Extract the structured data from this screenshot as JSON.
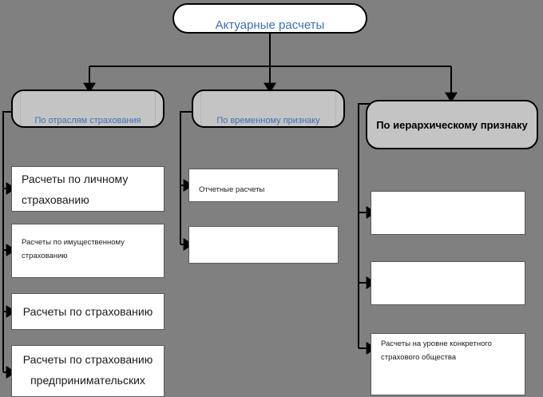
{
  "diagram": {
    "title": "Актуарные расчеты",
    "background_color": "#808080",
    "root_text_color": "#3d6fb4",
    "header_fill": "#c4c4c4",
    "leaf_fill": "#ffffff",
    "line_color": "#000000",
    "root": {
      "label": "Актуарные расчеты"
    },
    "branches": [
      {
        "header": "По отраслям страхования",
        "children": [
          {
            "label": "Расчеты по личному страхованию"
          },
          {
            "label": "Расчеты по имущественному страхованию"
          },
          {
            "label": "Расчеты по страхованию"
          },
          {
            "label": "Расчеты по страхованию предпринимательских рисков"
          }
        ]
      },
      {
        "header": "По временному признаку",
        "children": [
          {
            "label": "Отчетные расчеты"
          },
          {
            "label": ""
          }
        ]
      },
      {
        "header": "По иерархическому признаку",
        "children": [
          {
            "label": ""
          },
          {
            "label": ""
          },
          {
            "label": "Расчеты на уровне конкретного страхового общества"
          }
        ]
      }
    ]
  }
}
